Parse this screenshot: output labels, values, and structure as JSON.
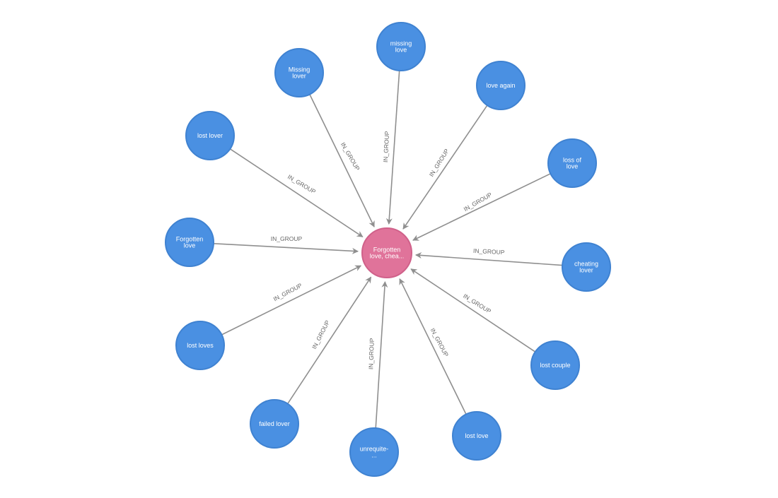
{
  "graph": {
    "edge_label": "IN_GROUP",
    "colors": {
      "leaf_node": "#4a90e2",
      "center_node": "#e0739a",
      "edge": "#8f8f8f",
      "edge_label": "#666666"
    },
    "center_node": {
      "id": "center",
      "label_lines": [
        "Forgotten",
        "love, chea..."
      ]
    },
    "nodes": [
      {
        "id": "missing-love-lower",
        "label_lines": [
          "missing",
          "love"
        ]
      },
      {
        "id": "love-again",
        "label_lines": [
          "love again"
        ]
      },
      {
        "id": "loss-of-love",
        "label_lines": [
          "loss of",
          "love"
        ]
      },
      {
        "id": "cheating-lover",
        "label_lines": [
          "cheating",
          "lover"
        ]
      },
      {
        "id": "lost-couple",
        "label_lines": [
          "lost couple"
        ]
      },
      {
        "id": "lost-love",
        "label_lines": [
          "lost love"
        ]
      },
      {
        "id": "unrequited",
        "label_lines": [
          "unrequite-",
          "..."
        ]
      },
      {
        "id": "failed-lover",
        "label_lines": [
          "failed lover"
        ]
      },
      {
        "id": "lost-loves",
        "label_lines": [
          "lost loves"
        ]
      },
      {
        "id": "forgotten-love",
        "label_lines": [
          "Forgotten",
          "love"
        ]
      },
      {
        "id": "lost-lover",
        "label_lines": [
          "lost lover"
        ]
      },
      {
        "id": "missing-lover",
        "label_lines": [
          "Missing",
          "lover"
        ]
      }
    ]
  }
}
